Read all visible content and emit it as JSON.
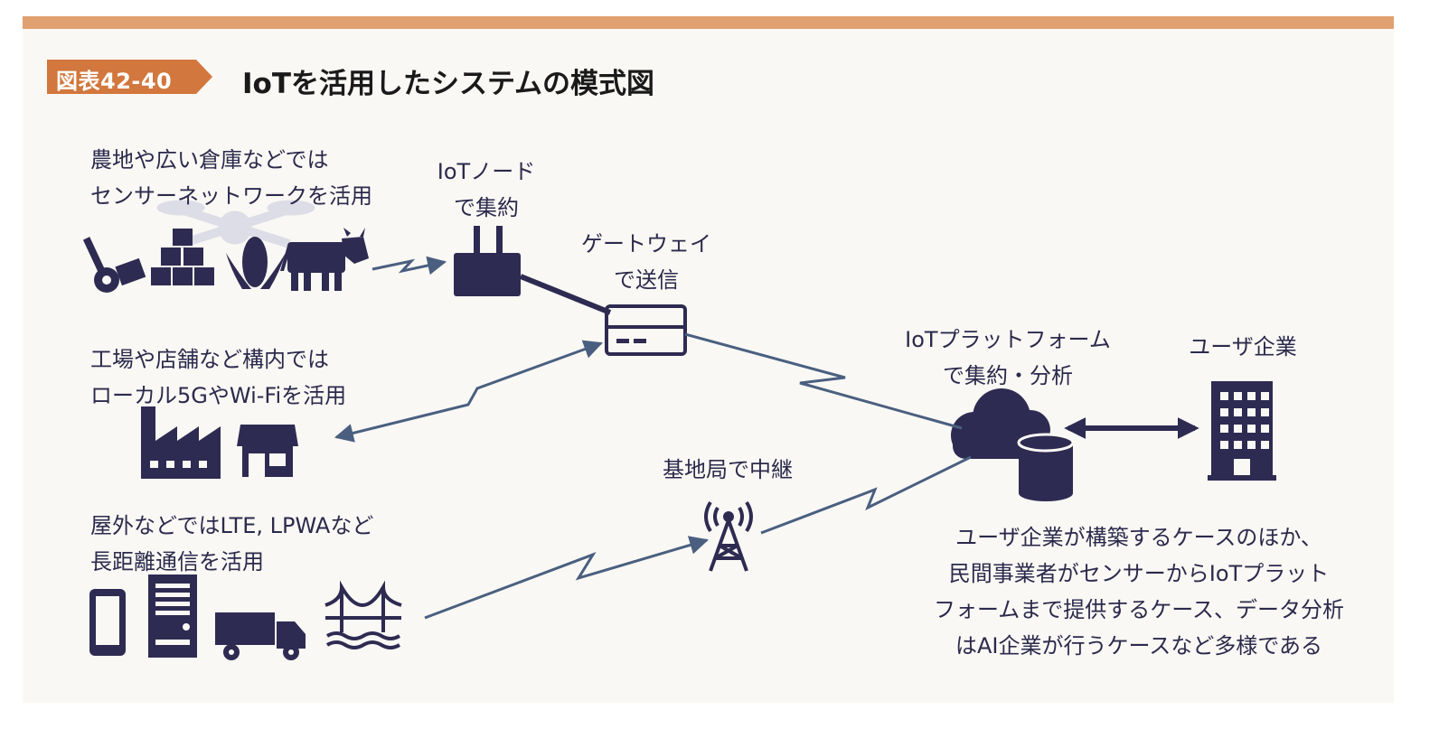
{
  "figure": {
    "badge": "図表42-40",
    "title": "IoTを活用したシステムの模式図"
  },
  "labels": {
    "farm": [
      "農地や広い倉庫などでは",
      "センサーネットワークを活用"
    ],
    "iot_node": [
      "IoTノード",
      "で集約"
    ],
    "gateway": [
      "ゲートウェイ",
      "で送信"
    ],
    "factory": [
      "工場や店舗など構内では",
      "ローカル5GやWi-Fiを活用"
    ],
    "outdoor": [
      "屋外などではLTE, LPWAなど",
      "長距離通信を活用"
    ],
    "base_station": [
      "基地局で中継"
    ],
    "platform": [
      "IoTプラットフォーム",
      "で集約・分析"
    ],
    "user": [
      "ユーザ企業"
    ],
    "note": [
      "ユーザ企業が構築するケースのほか、",
      "民間事業者がセンサーからIoTプラット",
      "フォームまで提供するケース、データ分析",
      "はAI企業が行うケースなど多様である"
    ]
  },
  "icons": {
    "farm_group": [
      "tractor-icon",
      "boxes-icon",
      "corn-icon",
      "cow-icon",
      "drone-icon"
    ],
    "factory_group": [
      "factory-icon",
      "shop-icon"
    ],
    "outdoor_group": [
      "smartphone-icon",
      "server-icon",
      "truck-icon",
      "bridge-icon"
    ],
    "iot_node": "router-icon",
    "gateway": "gateway-icon",
    "base_station": "antenna-tower-icon",
    "platform": [
      "cloud-icon",
      "database-icon"
    ],
    "user": "building-icon"
  },
  "colors": {
    "accent_bar": "#e0a070",
    "badge": "#d2773d",
    "icon": "#2e2b52",
    "link": "#4a5f80",
    "background": "#faf8f4"
  }
}
